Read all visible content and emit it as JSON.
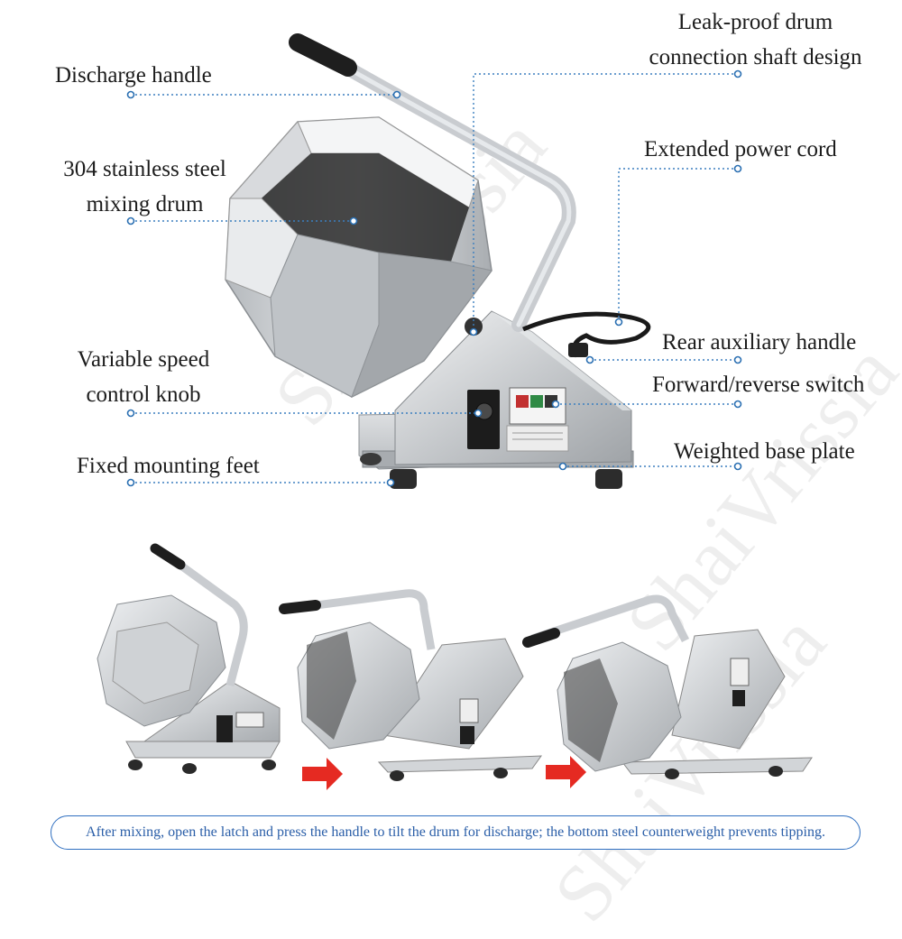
{
  "labels": {
    "discharge_handle": "Discharge handle",
    "leak_proof_line1": "Leak-proof drum",
    "leak_proof_line2": "connection shaft design",
    "drum_line1": "304 stainless steel",
    "drum_line2": "mixing drum",
    "power_cord": "Extended power cord",
    "rear_handle": "Rear auxiliary handle",
    "speed_knob_line1": "Variable speed",
    "speed_knob_line2": "control knob",
    "switch": "Forward/reverse switch",
    "base_plate": "Weighted base plate",
    "mounting_feet": "Fixed mounting feet"
  },
  "caption": "After mixing, open the latch and press the handle to tilt the drum for discharge; the bottom steel counterweight prevents tipping.",
  "colors": {
    "callout_line": "#3b7fbf",
    "caption_text": "#2a5ea8",
    "arrow": "#e52a22",
    "steel": "#c9ccd0"
  }
}
